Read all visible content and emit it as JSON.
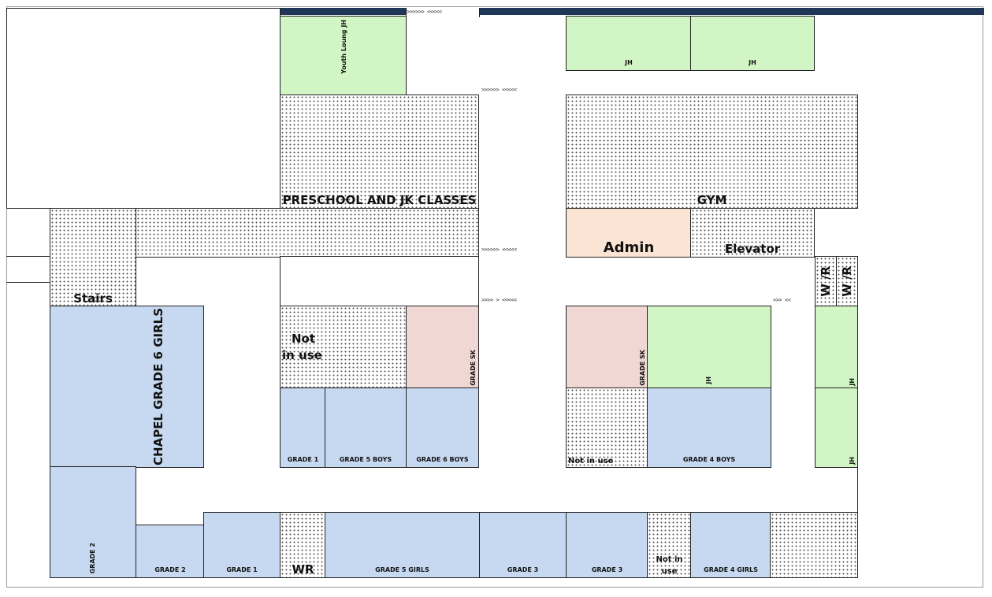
{
  "arrows": [
    ">>>>>> <<<<<",
    ">>>>>> <<<<<",
    ">>>>>> <<<<<",
    ">>>> > <<<<<",
    ">>> <<"
  ],
  "rooms": {
    "youth_lounge": "Youth Loung JH",
    "jh_top_1": "JH",
    "jh_top_2": "JH",
    "preschool": "PRESCHOOL AND JK CLASSES",
    "gym": "GYM",
    "admin": "Admin",
    "elevator": "Elevator",
    "stairs": "Stairs",
    "wr_1": "W /R",
    "wr_2": "W /R",
    "chapel": "CHAPEL GRADE 6 GIRLS",
    "not_in_use_1_line1": "Not",
    "not_in_use_1_line2": "in use",
    "grade_sk_1": "GRADE SK",
    "grade_sk_2": "GRADE SK",
    "jh_mid": "JH",
    "jh_right_1": "JH",
    "jh_right_2": "JH",
    "grade1_mid": "GRADE 1",
    "grade5_boys": "GRADE 5 BOYS",
    "grade6_boys": "GRADE 6 BOYS",
    "not_in_use_2": "Not in use",
    "grade4_boys": "GRADE 4 BOYS",
    "grade2_vert": "GRADE 2",
    "grade2": "GRADE 2",
    "grade1_bottom": "GRADE 1",
    "wr_bottom": "WR",
    "grade5_girls": "GRADE 5 GIRLS",
    "grade3_1": "GRADE 3",
    "grade3_2": "GRADE 3",
    "not_in_use_3_line1": "Not in",
    "not_in_use_3_line2": "use",
    "grade4_girls": "GRADE 4 GIRLS"
  }
}
